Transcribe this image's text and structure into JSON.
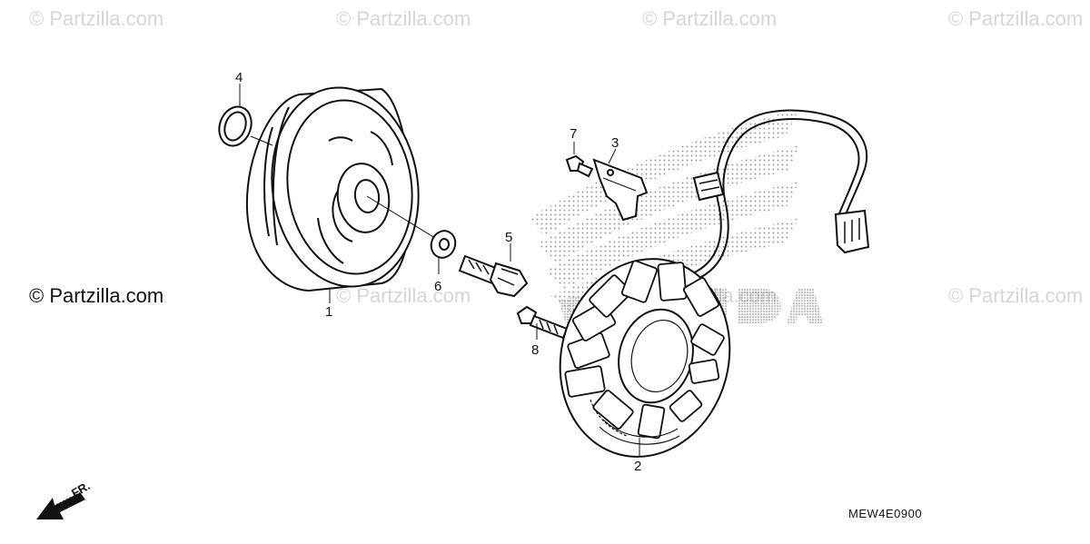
{
  "watermarks": {
    "text": "© Partzilla.com",
    "main_text": "© Partzilla.com"
  },
  "callouts": {
    "p1": "1",
    "p2": "2",
    "p3": "3",
    "p4": "4",
    "p5": "5",
    "p6": "6",
    "p7": "7",
    "p8": "8"
  },
  "front_indicator": "FR.",
  "diagram_code": "MEW4E0900",
  "colors": {
    "line": "#111111",
    "watermark": "#d6d6d6",
    "hatch": "#9a9a9a"
  }
}
